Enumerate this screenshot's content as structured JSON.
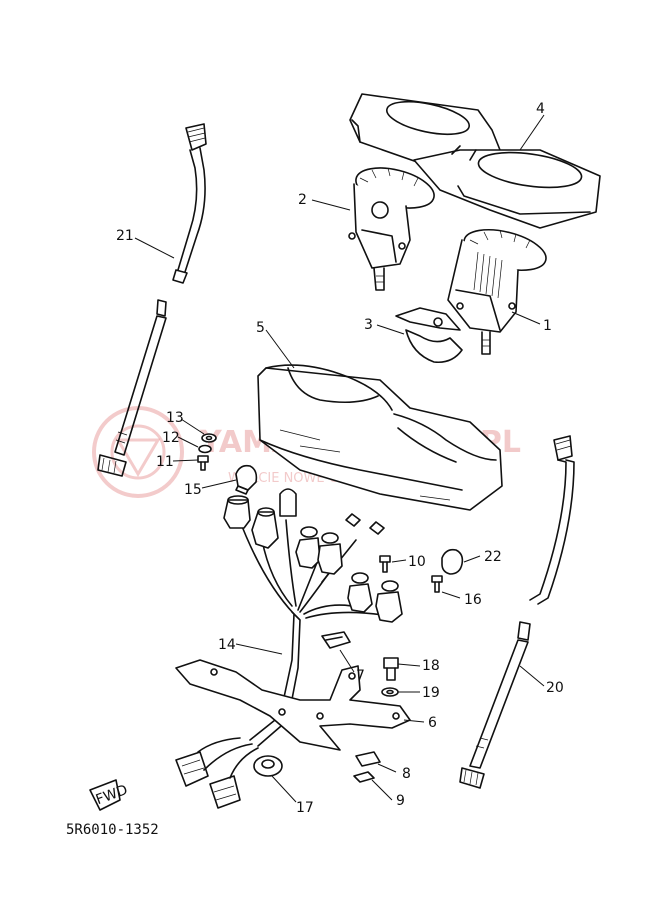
{
  "diagram_code": "5R6010-1352",
  "fwd_label": "FWD",
  "watermark": {
    "brand": "YAMAPARTSHOP.PL",
    "tagline": "WOLCIE NOWE CZĘŚCI YAMAH"
  },
  "callouts": [
    {
      "id": "c1",
      "label": "1"
    },
    {
      "id": "c2",
      "label": "2"
    },
    {
      "id": "c3",
      "label": "3"
    },
    {
      "id": "c4",
      "label": "4"
    },
    {
      "id": "c5",
      "label": "5"
    },
    {
      "id": "c6",
      "label": "6"
    },
    {
      "id": "c7",
      "label": "7"
    },
    {
      "id": "c8",
      "label": "8"
    },
    {
      "id": "c9",
      "label": "9"
    },
    {
      "id": "c10",
      "label": "10"
    },
    {
      "id": "c11",
      "label": "11"
    },
    {
      "id": "c12",
      "label": "12"
    },
    {
      "id": "c13",
      "label": "13"
    },
    {
      "id": "c14",
      "label": "14"
    },
    {
      "id": "c15",
      "label": "15"
    },
    {
      "id": "c16",
      "label": "16"
    },
    {
      "id": "c17",
      "label": "17"
    },
    {
      "id": "c18",
      "label": "18"
    },
    {
      "id": "c19",
      "label": "19"
    },
    {
      "id": "c20",
      "label": "20"
    },
    {
      "id": "c21",
      "label": "21"
    },
    {
      "id": "c22",
      "label": "22"
    }
  ]
}
